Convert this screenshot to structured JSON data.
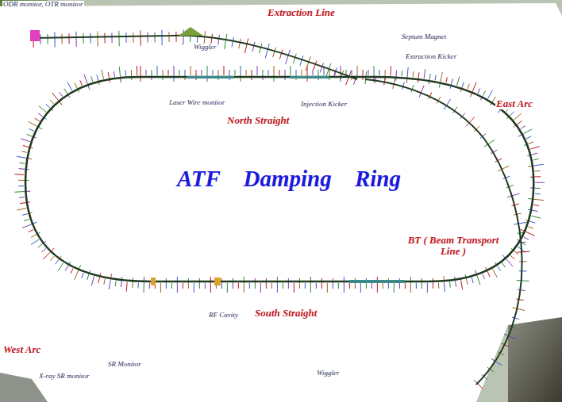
{
  "diagram": {
    "title": "ATF Damping Ring",
    "labels": [
      "ODR monitor, OTR monitor",
      "Extraction Line",
      "Wiggler",
      "Septum Magnet",
      "Extraction Kicker",
      "East Arc",
      "Laser Wire monitor",
      "Injection Kicker",
      "North Straight",
      "BT ( Beam Transport Line )",
      "RF Cavity",
      "South Straight",
      "West Arc",
      "X-ray SR monitor",
      "SR Monitor",
      "Wiggler"
    ]
  }
}
